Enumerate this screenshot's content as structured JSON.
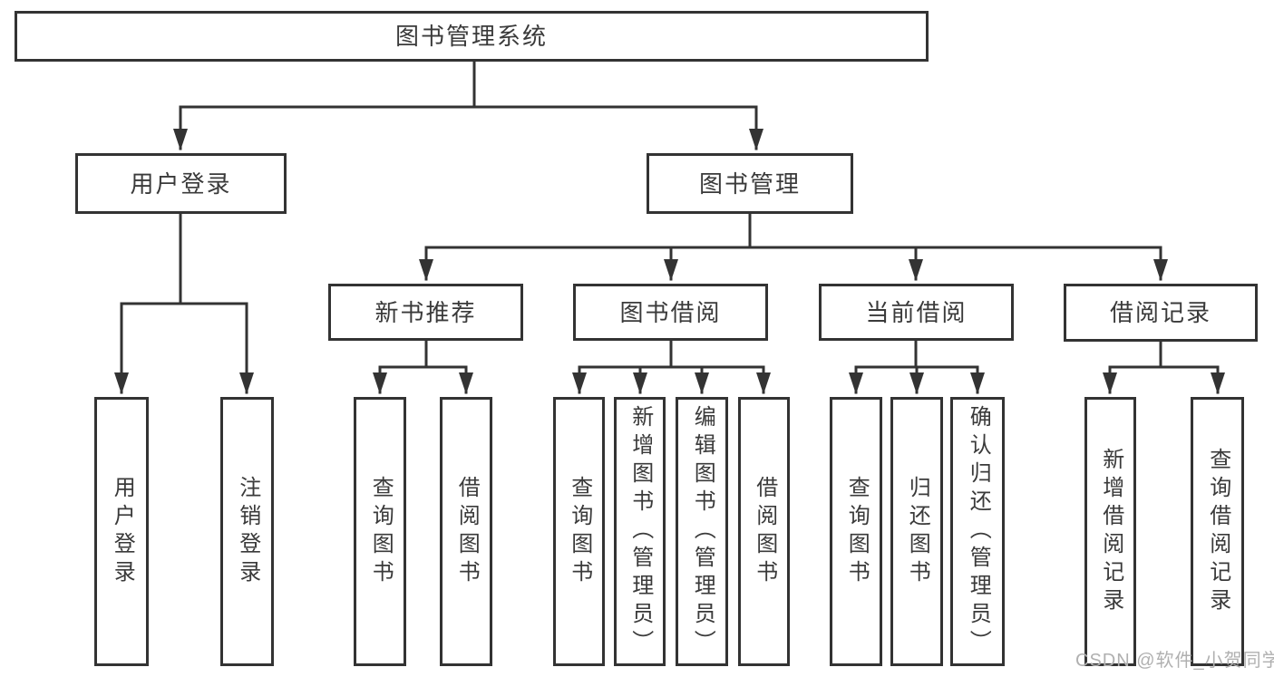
{
  "diagram_title": "图书管理系统",
  "nodes": {
    "root": "图书管理系统",
    "level2": {
      "user_login": "用户登录",
      "book_management": "图书管理"
    },
    "level3": {
      "new_book_recommend": "新书推荐",
      "book_borrowing": "图书借阅",
      "current_borrowing": "当前借阅",
      "borrowing_records": "借阅记录"
    },
    "leaves": {
      "user_login": "用户登录",
      "logout": "注销登录",
      "rec_query_books": "查询图书",
      "rec_borrow_books": "借阅图书",
      "borrow_query_books": "查询图书",
      "borrow_add_books": "新增图书（管理员）",
      "borrow_edit_books": "编辑图书（管理员）",
      "borrow_borrow_books": "借阅图书",
      "current_query_books": "查询图书",
      "current_return_books": "归还图书",
      "current_confirm_return": "确认归还（管理员）",
      "records_add_record": "新增借阅记录",
      "records_query_record": "查询借阅记录"
    }
  },
  "watermark": "CSDN @软件_小贺同学",
  "colors": {
    "line": "#333333",
    "box_border": "#333333",
    "text": "#3a3a3a",
    "watermark": "#b0b0b0",
    "background": "#ffffff"
  }
}
